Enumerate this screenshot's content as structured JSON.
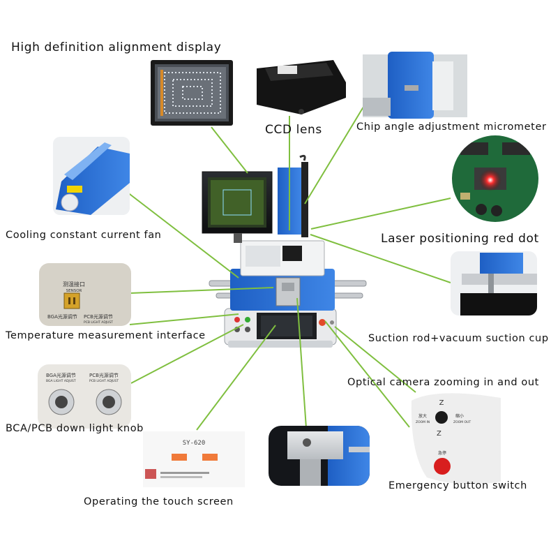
{
  "labels": {
    "hd_display": "High definition alignment display",
    "ccd_lens": "CCD lens",
    "chip_micrometer": "Chip angle adjustment micrometer",
    "cooling_fan": "Cooling constant current fan",
    "laser_dot": "Laser positioning red dot",
    "temp_interface": "Temperature measurement interface",
    "suction_rod": "Suction rod+vacuum suction cup",
    "optical_zoom": "Optical camera zooming in and out",
    "light_knob": "BCA/PCB down light knob",
    "emergency_button": "Emergency button switch",
    "touch_screen": "Operating the touch screen"
  },
  "inset_text": {
    "temp_port_cn": "测温接口",
    "temp_port_en": "SENSOR",
    "bga_adjust_cn": "BGA光源调节",
    "bga_adjust_en": "BGA LIGHT ADJUST",
    "pcb_adjust_cn": "PCB光源调节",
    "pcb_adjust_en": "PCB LIGHT ADJUST",
    "screen_model": "SY-620",
    "zoom_in_cn": "放大",
    "zoom_in_en": "ZOOM IN",
    "zoom_out_cn": "缩小",
    "zoom_out_en": "ZOOM OUT",
    "axis_letter": "Z",
    "stop_cn": "急停"
  },
  "colors": {
    "leader_line": "#7fbf3f",
    "machine_blue": "#2f6fd0",
    "laser_red": "#ff2a2a"
  }
}
